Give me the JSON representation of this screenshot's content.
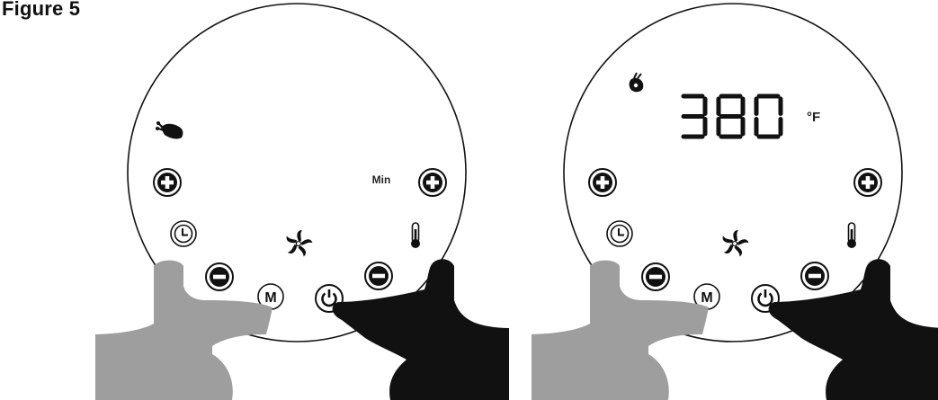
{
  "figure": {
    "title": "Figure 5"
  },
  "panel_left": {
    "timer_unit": "Min",
    "buttons": {
      "mode": "M"
    }
  },
  "panel_right": {
    "temperature": "380",
    "temp_unit": "°F",
    "buttons": {
      "mode": "M"
    }
  },
  "icons": [
    "chicken-leg-icon",
    "plus-icon",
    "minus-icon",
    "clock-icon",
    "fan-icon",
    "thermometer-icon",
    "power-icon",
    "hand-icon"
  ]
}
